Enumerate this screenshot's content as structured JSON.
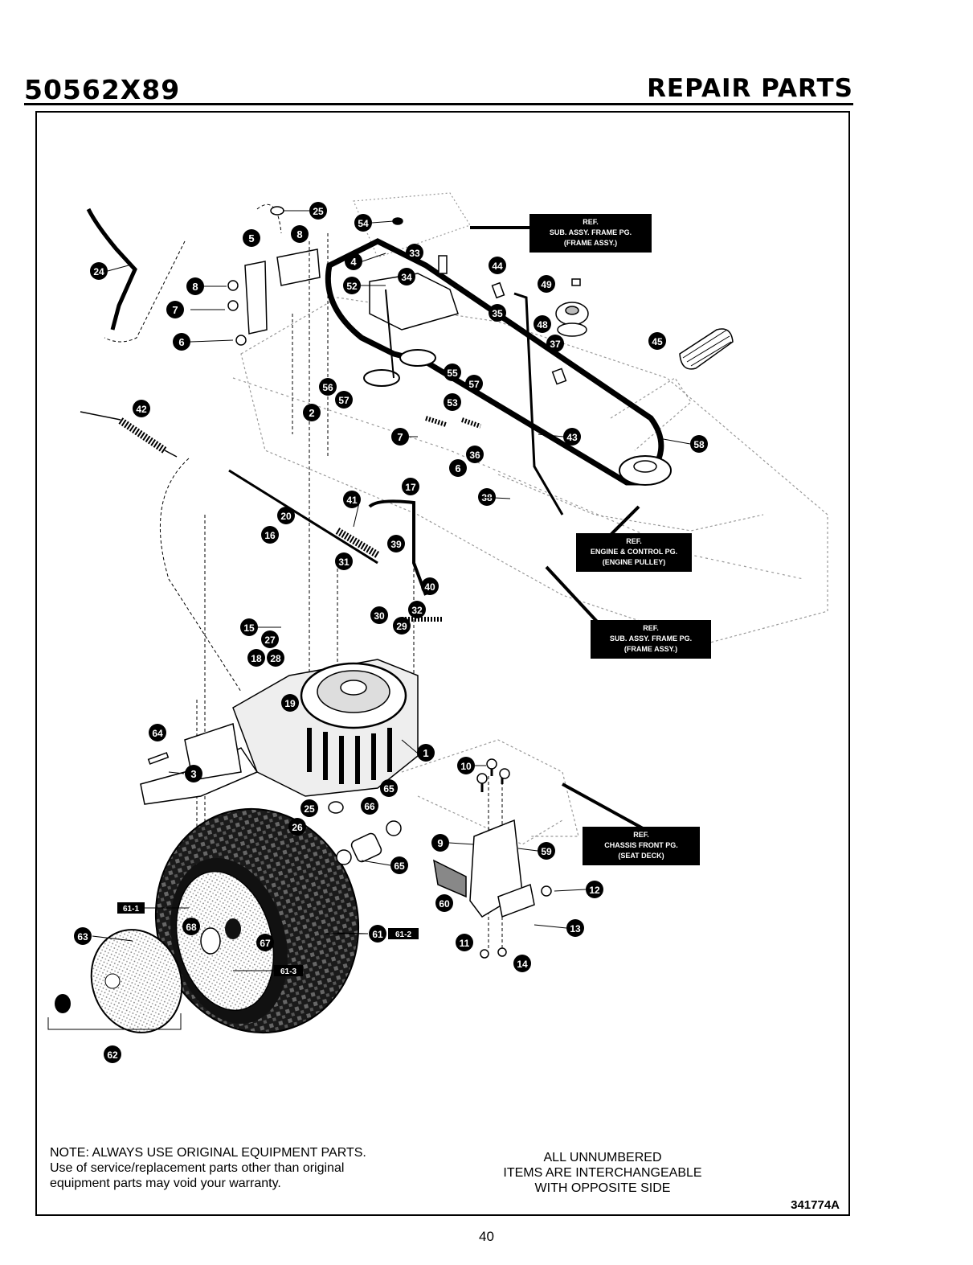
{
  "header": {
    "model": "50562X89",
    "section": "REPAIR PARTS"
  },
  "callouts": [
    "1",
    "2",
    "3",
    "4",
    "5",
    "6",
    "6",
    "6",
    "7",
    "7",
    "8",
    "8",
    "9",
    "10",
    "11",
    "12",
    "13",
    "14",
    "15",
    "16",
    "17",
    "18",
    "19",
    "20",
    "24",
    "25",
    "25",
    "26",
    "27",
    "28",
    "29",
    "30",
    "31",
    "32",
    "33",
    "34",
    "35",
    "36",
    "37",
    "38",
    "39",
    "40",
    "41",
    "42",
    "43",
    "44",
    "45",
    "48",
    "49",
    "52",
    "53",
    "54",
    "55",
    "56",
    "57",
    "57",
    "58",
    "59",
    "60",
    "61",
    "62",
    "63",
    "64",
    "65",
    "65",
    "66",
    "67",
    "68"
  ],
  "sub_refs": [
    "61-1",
    "61-2",
    "61-3"
  ],
  "ref_boxes": [
    {
      "line1": "REF.",
      "line2": "SUB. ASSY. FRAME PG.",
      "line3": "(FRAME ASSY.)"
    },
    {
      "line1": "REF.",
      "line2": "ENGINE & CONTROL PG.",
      "line3": "(ENGINE PULLEY)"
    },
    {
      "line1": "REF.",
      "line2": "SUB. ASSY. FRAME PG.",
      "line3": "(FRAME ASSY.)"
    },
    {
      "line1": "REF.",
      "line2": "CHASSIS FRONT PG.",
      "line3": "(SEAT DECK)"
    }
  ],
  "note": {
    "line1": "NOTE: ALWAYS USE ORIGINAL EQUIPMENT PARTS.",
    "line2": "Use of service/replacement parts other than original",
    "line3": "equipment parts may void your warranty."
  },
  "interchange_note": {
    "line1": "ALL UNNUMBERED",
    "line2": "ITEMS ARE INTERCHANGEABLE",
    "line3": "WITH OPPOSITE SIDE"
  },
  "figure_number": "341774A",
  "page_number": "40"
}
